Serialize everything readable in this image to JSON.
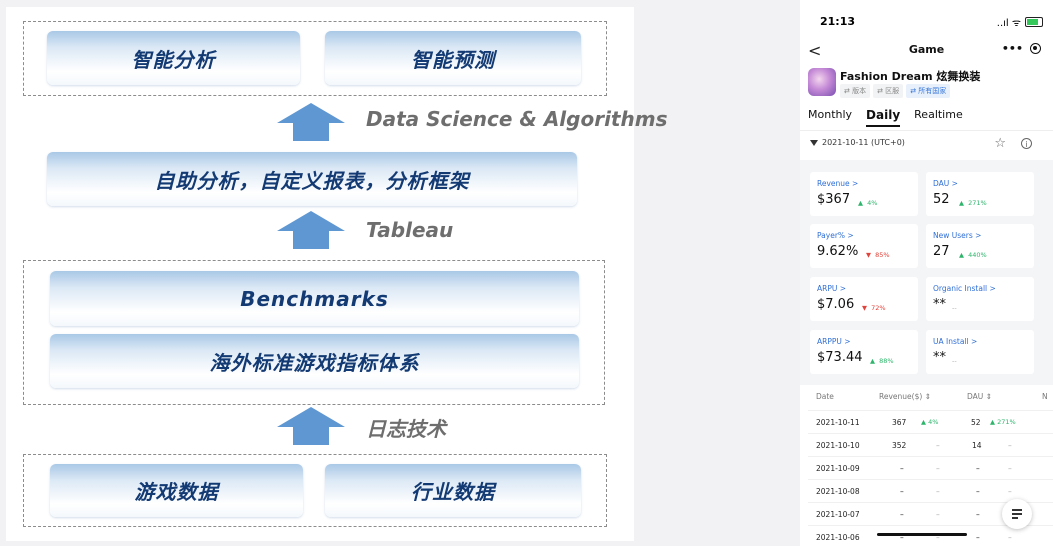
{
  "diagram": {
    "boxes": {
      "smart_analysis": "智能分析",
      "smart_prediction": "智能预测",
      "self_service": "自助分析，自定义报表，分析框架",
      "benchmarks": "Benchmarks",
      "overseas_index": "海外标准游戏指标体系",
      "game_data": "游戏数据",
      "industry_data": "行业数据"
    },
    "layers": {
      "algorithms": "Data Science & Algorithms",
      "tableau": "Tableau",
      "log_tech": "日志技术"
    },
    "arrow_color": "#5f97d2"
  },
  "phone": {
    "status": {
      "time": "21:13",
      "icons": "..ıl ᯤ"
    },
    "nav": {
      "back": "<",
      "title": "Game",
      "more": "•••"
    },
    "app": {
      "name": "Fashion Dream 炫舞换装",
      "chips": [
        "⇄ 版本",
        "⇄ 区服",
        "⇄ 所有国家"
      ]
    },
    "tabs": [
      "Monthly",
      "Daily",
      "Realtime"
    ],
    "filter": {
      "date": "2021-10-11 (UTC+0)"
    },
    "metrics": [
      {
        "label": "Revenue >",
        "value": "$367",
        "arrow": "▲",
        "delta": "4%",
        "dir": "up"
      },
      {
        "label": "DAU >",
        "value": "52",
        "arrow": "▲",
        "delta": "271%",
        "dir": "up"
      },
      {
        "label": "Payer% >",
        "value": "9.62%",
        "arrow": "▼",
        "delta": "85%",
        "dir": "down"
      },
      {
        "label": "New Users >",
        "value": "27",
        "arrow": "▲",
        "delta": "440%",
        "dir": "up"
      },
      {
        "label": "ARPU >",
        "value": "$7.06",
        "arrow": "▼",
        "delta": "72%",
        "dir": "down"
      },
      {
        "label": "Organic Install >",
        "value": "**",
        "arrow": "",
        "delta": "--",
        "dir": "na"
      },
      {
        "label": "ARPPU >",
        "value": "$73.44",
        "arrow": "▲",
        "delta": "88%",
        "dir": "up"
      },
      {
        "label": "UA Install >",
        "value": "**",
        "arrow": "",
        "delta": "--",
        "dir": "na"
      }
    ],
    "table": {
      "headers": [
        "Date",
        "Revenue($) ⇕",
        "DAU ⇕",
        "N"
      ],
      "rows": [
        [
          "2021-10-11",
          "367",
          "▲ 4%",
          "52",
          "▲ 271%"
        ],
        [
          "2021-10-10",
          "352",
          "–",
          "14",
          "–"
        ],
        [
          "2021-10-09",
          "–",
          "–",
          "–",
          "–"
        ],
        [
          "2021-10-08",
          "–",
          "–",
          "–",
          "–"
        ],
        [
          "2021-10-07",
          "–",
          "–",
          "–",
          "–"
        ],
        [
          "2021-10-06",
          "–",
          "–",
          "–",
          "–"
        ]
      ]
    }
  }
}
